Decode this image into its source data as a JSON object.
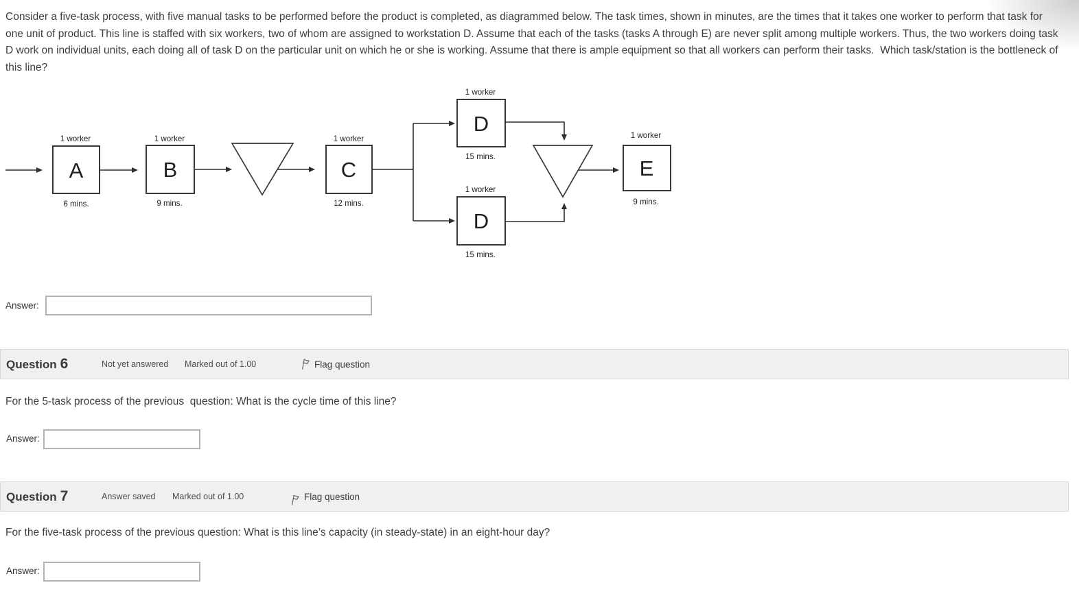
{
  "colors": {
    "page_bg": "#ffffff",
    "band_bg": "#f0f0f0",
    "band_border": "#d9d9d9",
    "body_text": "#3e3e3e",
    "diagram_line": "#2d2d2d",
    "input_border": "#b3b3b3"
  },
  "question5": {
    "text": "Consider a five-task process, with five manual tasks to be performed before the product is completed, as diagrammed below. The task times, shown in minutes, are the times that it takes one worker to perform that task for one unit of product. This line is staffed with six workers, two of whom are assigned to workstation D. Assume that each of the tasks (tasks A through E) are never split among multiple workers. Thus, the two workers doing task D work on individual units, each doing all of task D on the particular unit on which he or she is working. Assume that there is ample equipment so that all workers can perform their tasks.  Which task/station is the bottleneck of this line?",
    "answer_label": "Answer:",
    "answer_value": ""
  },
  "diagram": {
    "stations": [
      {
        "id": "A",
        "letter": "A",
        "workers": "1 worker",
        "time": "6 mins."
      },
      {
        "id": "B",
        "letter": "B",
        "workers": "1 worker",
        "time": "9 mins."
      },
      {
        "id": "C",
        "letter": "C",
        "workers": "1 worker",
        "time": "12 mins."
      },
      {
        "id": "D-top",
        "letter": "D",
        "workers": "1 worker",
        "time": "15 mins."
      },
      {
        "id": "D-bottom",
        "letter": "D",
        "workers": "1 worker",
        "time": "15 mins."
      },
      {
        "id": "E",
        "letter": "E",
        "workers": "1 worker",
        "time": "9 mins."
      }
    ],
    "buffers": 2
  },
  "question6": {
    "title_word": "Question",
    "title_number": "6",
    "status": "Not yet answered",
    "marks": "Marked out of 1.00",
    "flag_label": "Flag question",
    "text": "For the 5-task process of the previous  question: What is the cycle time of this line?",
    "answer_label": "Answer:",
    "answer_value": ""
  },
  "question7": {
    "title_word": "Question",
    "title_number": "7",
    "status": "Answer saved",
    "marks": "Marked out of 1.00",
    "flag_label": "Flag question",
    "text": "For the five-task process of the previous question: What is this line’s capacity (in steady-state) in an eight-hour day?",
    "answer_label": "Answer:",
    "answer_value": ""
  }
}
